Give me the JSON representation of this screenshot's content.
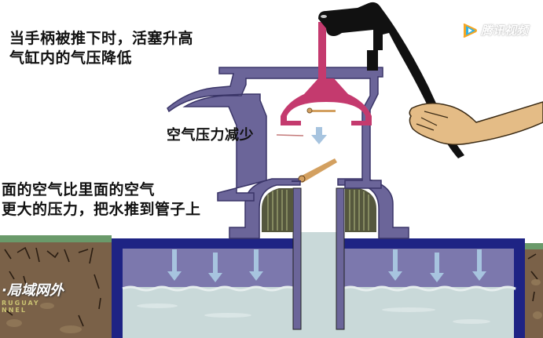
{
  "captions": {
    "top_line1": "当手柄被推下时，活塞升高",
    "top_line2": "气缸内的气压降低",
    "middle": "空气压力减少",
    "bottom_line1": "面的空气比里面的空气",
    "bottom_line2": "更大的压力，把水推到管子上"
  },
  "watermark": {
    "logo_icon": "play-triangle-icon",
    "text": "腾讯视频"
  },
  "channel": {
    "name": "·局域网外",
    "sub_line1": "RUGUAY",
    "sub_line2": "NNEL"
  },
  "colors": {
    "pump_body": "#6b6599",
    "pump_outline": "#3a3568",
    "piston": "#c43a6e",
    "valve": "#d3a060",
    "tank": "#1e2384",
    "tank_air": "#7c78ad",
    "water": "#c9d9d9",
    "arrow": "#a7c4df",
    "soil": "#7a6148",
    "grass": "#6a9a6a",
    "handle": "#111111",
    "skin": "#e4bc86"
  }
}
